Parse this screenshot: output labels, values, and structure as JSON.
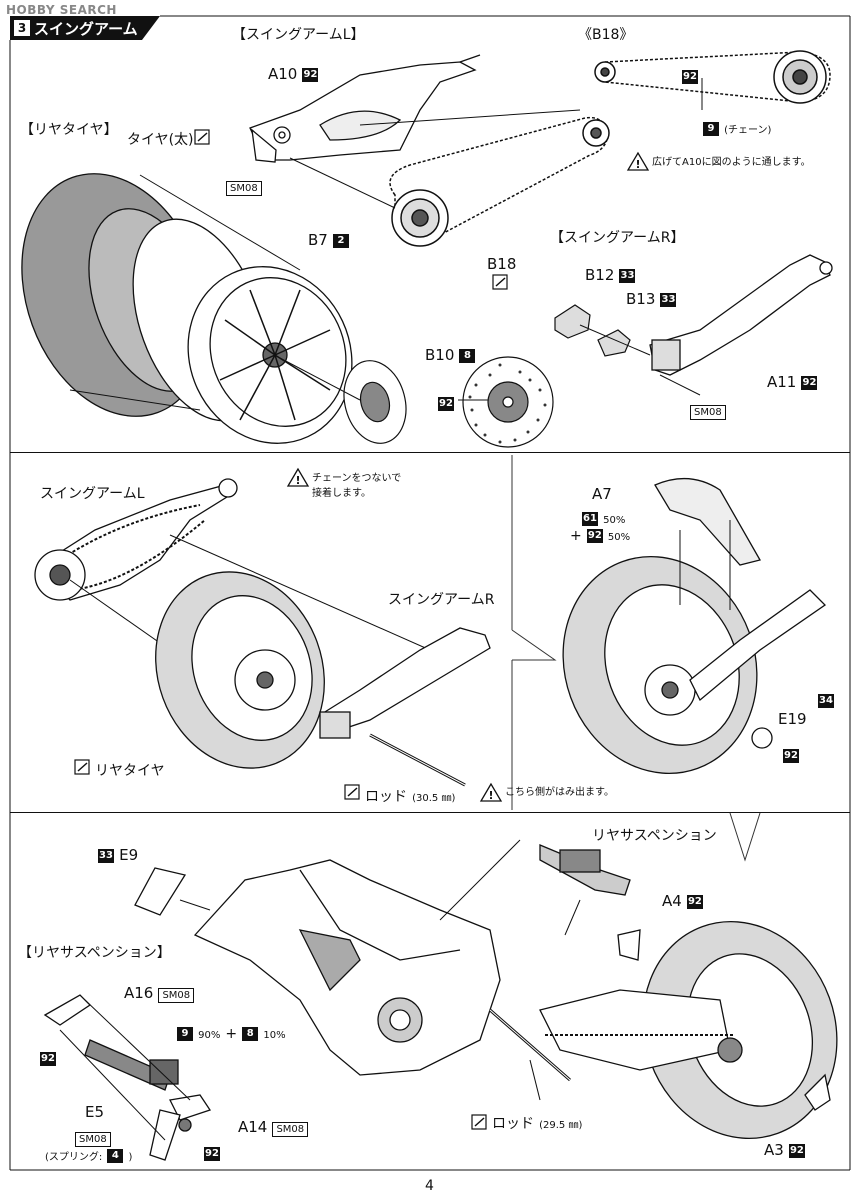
{
  "watermark": "HOBBY SEARCH",
  "step": {
    "number": "3",
    "title": "スイングアーム"
  },
  "top": {
    "swingarm_l_title": "【スイングアームL】",
    "b18_title": "《B18》",
    "rear_tire_title": "【リヤタイヤ】",
    "tire_label": "タイヤ(太)",
    "a10": "A10",
    "a10_color": "92",
    "sm08_a": "SM08",
    "chain_color": "92",
    "chain_note_color": "9",
    "chain_note": "(チェーン)",
    "warning_spread": "広げてA10に図のように通します。",
    "b7": "B7",
    "b7_color": "2",
    "b18": "B18",
    "b10": "B10",
    "b10_color": "8",
    "disc_color": "92",
    "swingarm_r_title": "【スイングアームR】",
    "b12": "B12",
    "b12_color": "33",
    "b13": "B13",
    "b13_color": "33",
    "a11": "A11",
    "a11_color": "92",
    "sm08_b": "SM08"
  },
  "middle": {
    "warning_chain_1": "チェーンをつないで",
    "warning_chain_2": "接着します。",
    "swingarm_l": "スイングアームL",
    "swingarm_r": "スイングアームR",
    "rear_tire": "リヤタイヤ",
    "rod_label": "ロッド",
    "rod_size": "(30.5 ㎜)",
    "warning_rod": "こちら側がはみ出ます。",
    "a7": "A7",
    "mix_color_1": "61",
    "mix_pct_1": "50%",
    "mix_plus": "+",
    "mix_color_2": "92",
    "mix_pct_2": "50%",
    "e19_color_top": "34",
    "e19": "E19",
    "e19_color": "92"
  },
  "bottom": {
    "e9_color": "33",
    "e9": "E9",
    "rear_susp": "リヤサスペンション",
    "a4": "A4",
    "a4_color": "92",
    "rear_susp_title": "【リヤサスペンション】",
    "a16": "A16",
    "sm08_c": "SM08",
    "mix_color_1": "9",
    "mix_pct_1": "90%",
    "mix_plus": "+",
    "mix_color_2": "8",
    "mix_pct_2": "10%",
    "left_color": "92",
    "e5": "E5",
    "sm08_d": "SM08",
    "spring_label": "(スプリング:",
    "spring_color": "4",
    "spring_close": ")",
    "a14": "A14",
    "sm08_e": "SM08",
    "a14_color": "92",
    "rod_label": "ロッド",
    "rod_size": "(29.5 ㎜)",
    "a3": "A3",
    "a3_color": "92"
  },
  "page_number": "4"
}
